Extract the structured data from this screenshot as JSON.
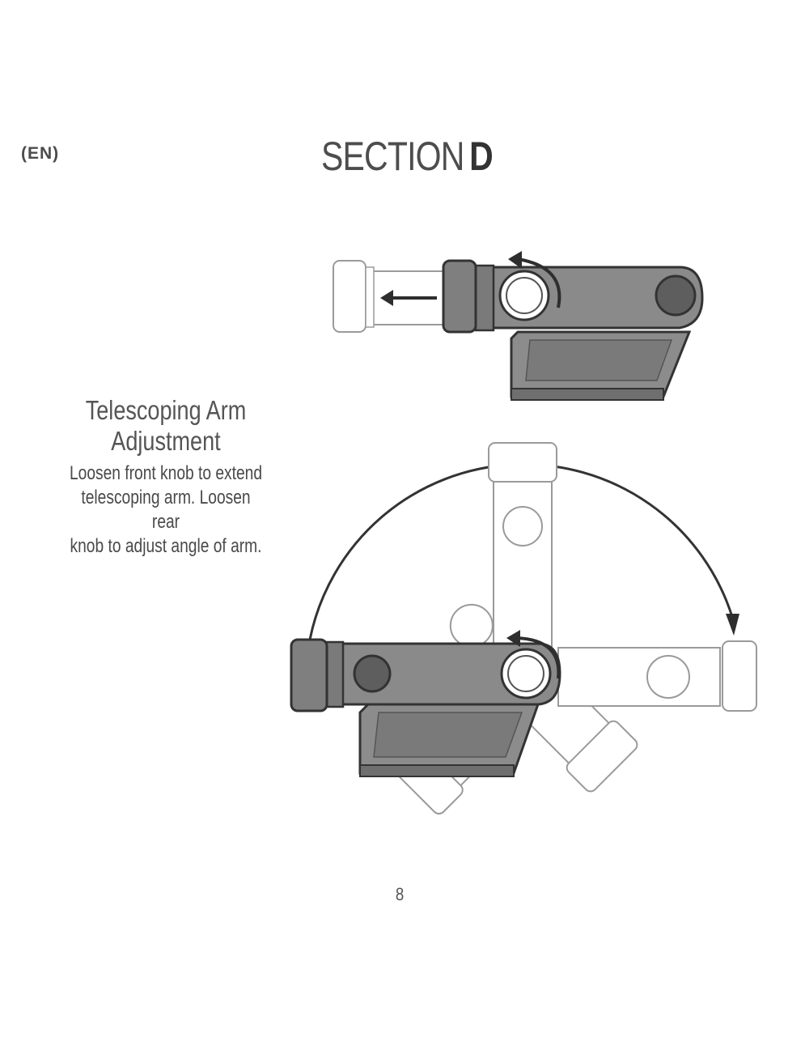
{
  "page": {
    "lang_tag": "(EN)",
    "section_prefix": "SECTION",
    "section_letter": "D",
    "heading_line1": "Telescoping Arm",
    "heading_line2": "Adjustment",
    "body_line1": "Loosen front knob to extend",
    "body_line2": "telescoping arm. Loosen rear",
    "body_line3": "knob to adjust angle of arm.",
    "page_number": "8"
  },
  "colors": {
    "dark_part": "#8a8a8a",
    "dark_part_shade": "#6f6f6f",
    "outline": "#333333",
    "ghost_outline": "#9a9a9a",
    "ghost_fill": "#ffffff",
    "arrow": "#2e2e2e"
  },
  "icons": {
    "extend_arrow": "arrow-left-icon",
    "rotate_arrow": "curved-arrow-icon",
    "swing_arc": "swing-arc-arrow-icon"
  }
}
